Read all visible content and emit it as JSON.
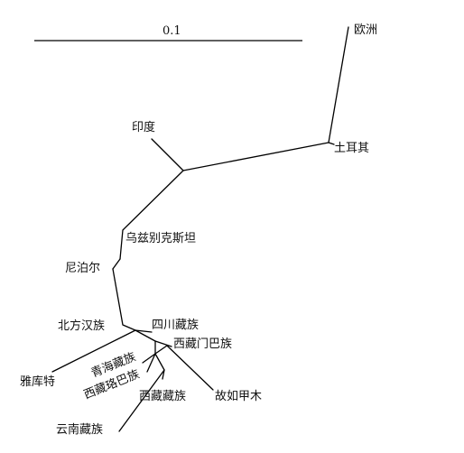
{
  "scale_bar": {
    "label": "0.1"
  },
  "labels": {
    "europe": "欧洲",
    "turkey": "土耳其",
    "india": "印度",
    "uzbek": "乌兹别克斯坦",
    "nepal": "尼泊尔",
    "north_han": "北方汉族",
    "sichuan_tibetan": "四川藏族",
    "tibet_monba": "西藏门巴族",
    "qinghai_tibetan": "青海藏族",
    "tibet_lhoba": "西藏珞巴族",
    "yakut": "雅库特",
    "tibet_tibetan": "西藏藏族",
    "gurumu": "故如甲木",
    "yunnan_tibetan": "云南藏族"
  }
}
